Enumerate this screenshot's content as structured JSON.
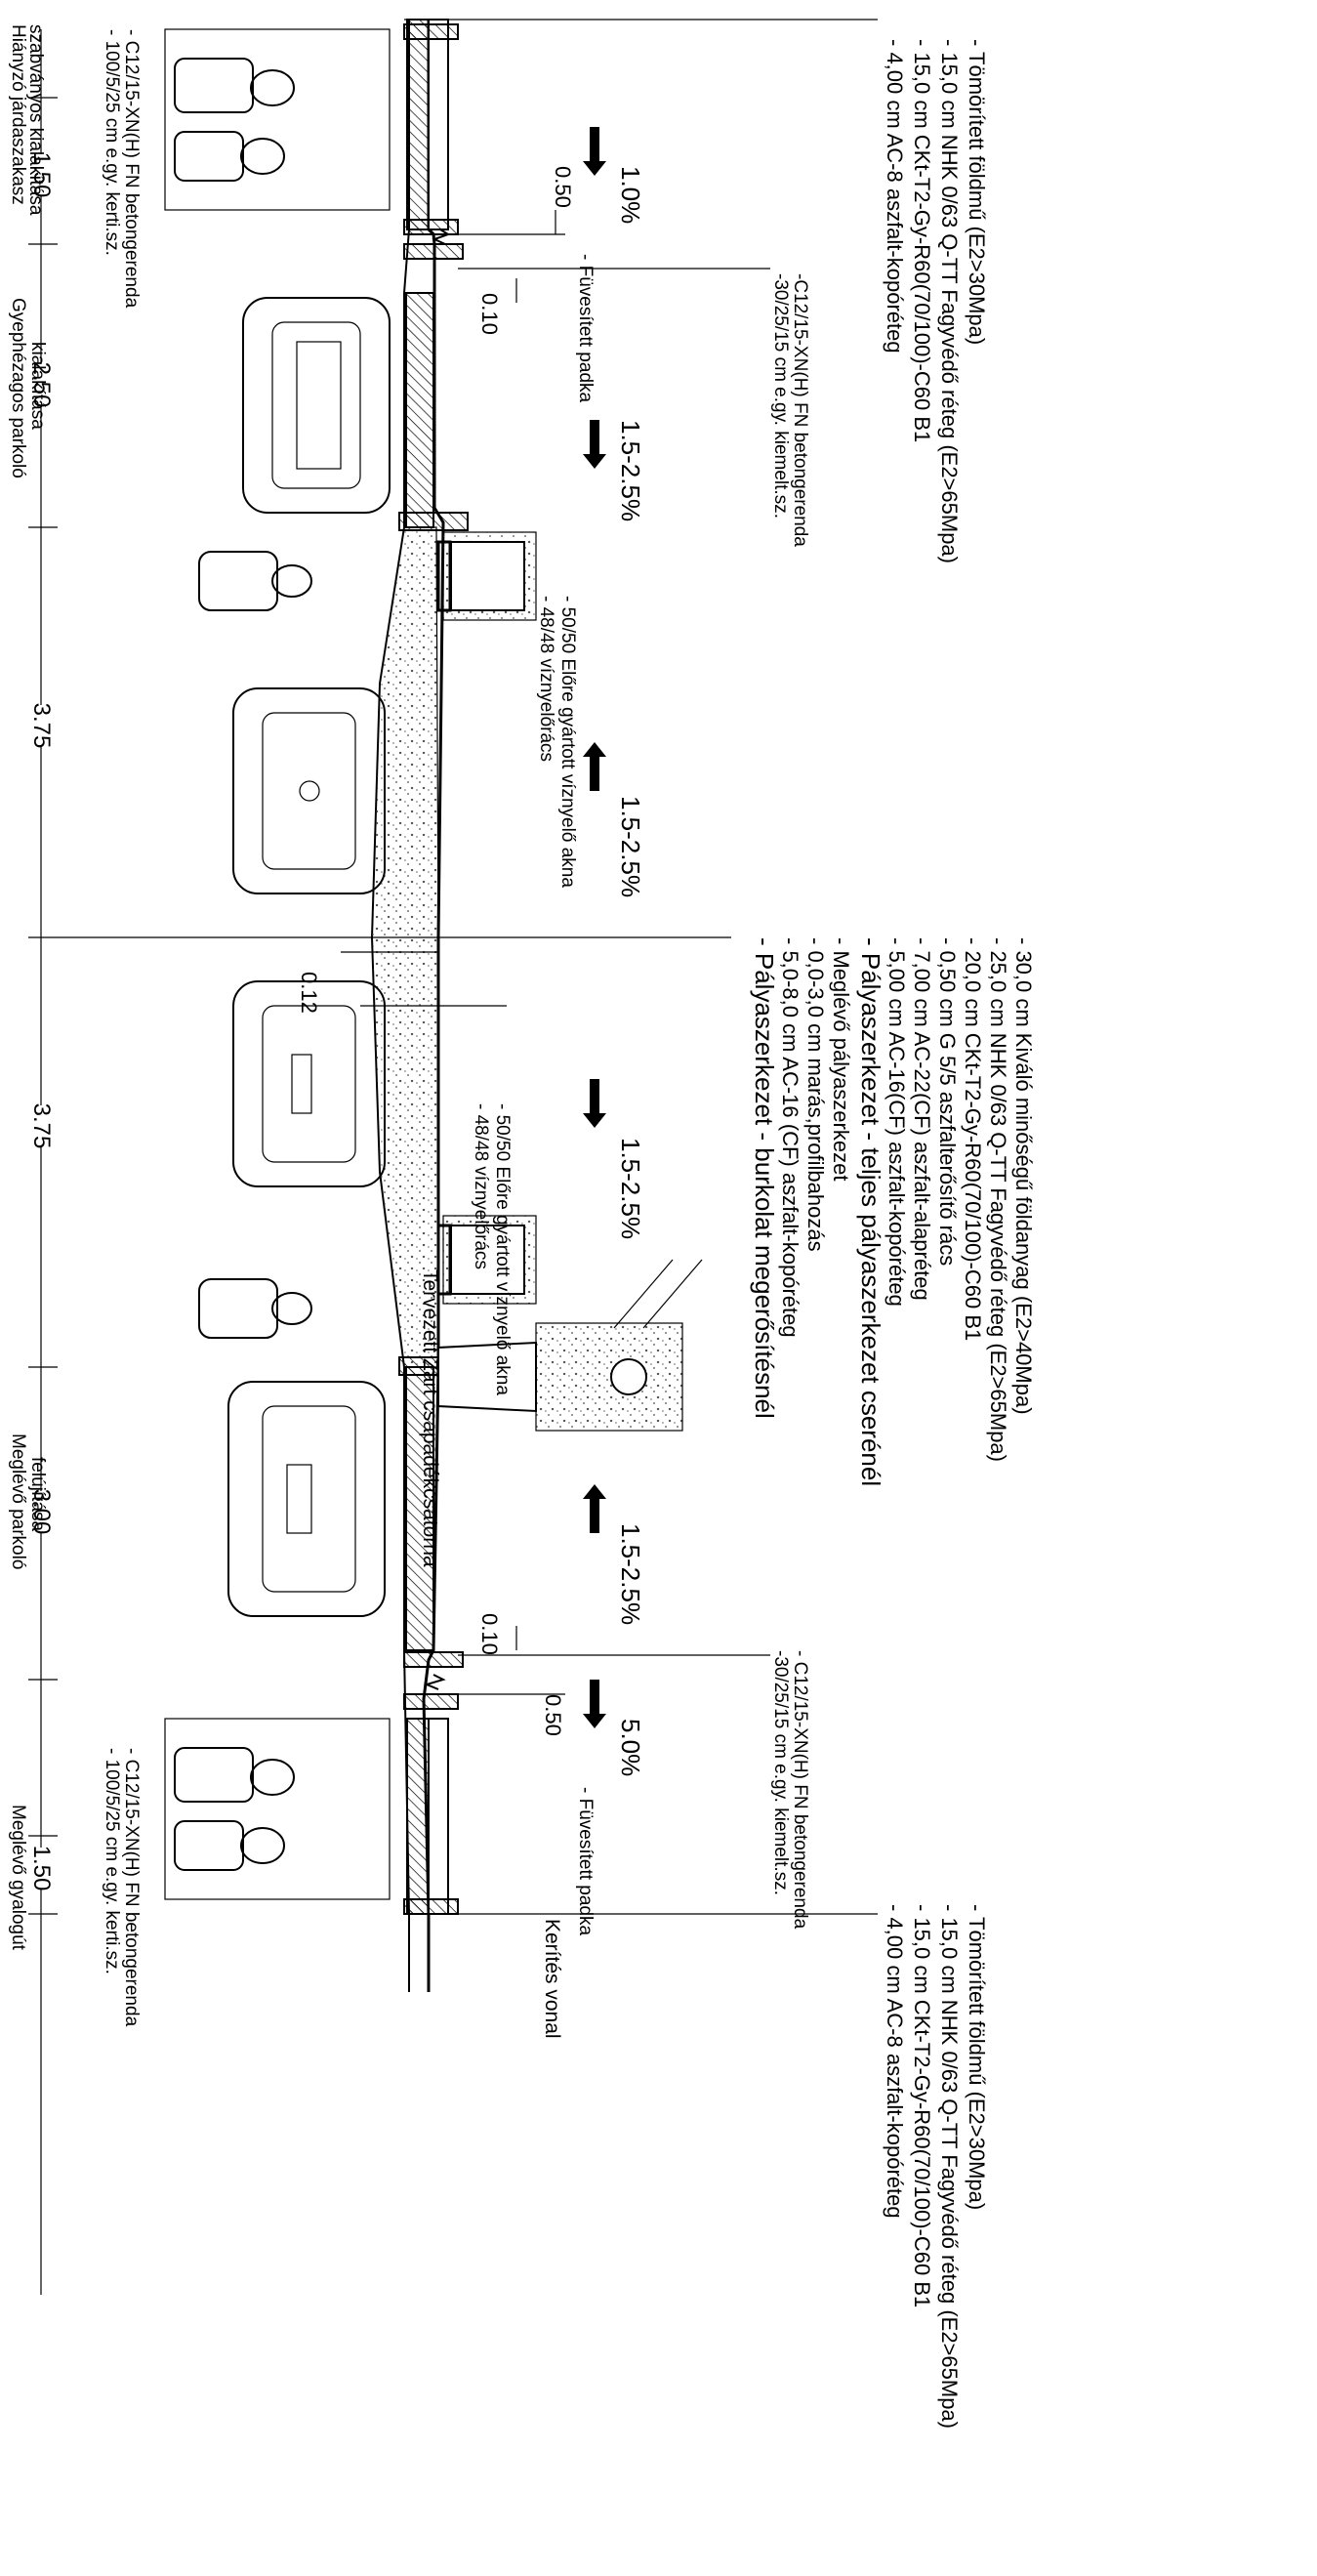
{
  "sections": {
    "s1": {
      "title_l1": "Hiányzó járdaszakasz",
      "title_l2": "szabványos kialakítása",
      "width": "1.50"
    },
    "s2": {
      "title_l1": "Gyephézagos parkoló",
      "title_l2": "kialakítása",
      "width": "2.50"
    },
    "s3": {
      "width": "3.75"
    },
    "s4": {
      "width": "3.75"
    },
    "s5": {
      "title_l1": "Meglévő parkoló",
      "title_l2": "felújítása",
      "width": "3.00"
    },
    "s6": {
      "title_l1": "Meglévő gyalogút",
      "width": "1.50"
    }
  },
  "dims": {
    "d050_top": "0.50",
    "d010_top": "0.10",
    "d012": "0.12",
    "d010_bot": "0.10",
    "d050_bot": "0.50"
  },
  "slopes": {
    "s1": "1.0%",
    "s2": "1.5-2.5%",
    "s3": "1.5-2.5%",
    "s4": "1.5-2.5%",
    "s5": "1.5-2.5%",
    "s6": "5.0%"
  },
  "labels": {
    "curb_top_1": "- 100/5/25 cm e.gy. kerti.sz.",
    "curb_top_2": "- C12/15-XN(H) FN betongerenda",
    "fuves_top": "- Füvesített padka",
    "kiemelt_top_1": "-30/25/15 cm e.gy. kiemelt.sz.",
    "kiemelt_top_2": "-C12/15-XN(H) FN betongerenda",
    "grate_top_1": "- 48/48 víznyelőrács",
    "grate_top_2": "- 50/50 Előre gyártott víznyelő akna",
    "grate_mid_1": "- 48/48 víznyelőrács",
    "grate_mid_2": "- 50/50 Előre gyártott víznyelő akna",
    "sewer": "Tervezett Zárt csapadékcsatorna",
    "kiemelt_bot_1": "-30/25/15 cm e.gy. kiemelt.sz.",
    "kiemelt_bot_2": "- C12/15-XN(H) FN betongerenda",
    "fuves_bot": "- Füvesített padka",
    "curb_bot_1": "- 100/5/25 cm e.gy. kerti.sz.",
    "curb_bot_2": "- C12/15-XN(H) FN betongerenda",
    "fence": "Kerítés vonal"
  },
  "layers_left": [
    "- 4,00 cm AC-8 aszfalt-kopóréteg",
    "- 15,0 cm CKt-T2-Gy-R60(70/100)-C60 B1",
    "- 15,0 cm NHK 0/63 Q-TT Fagyvédő réteg (E2>65Mpa)",
    "- Tömörített földmű (E2>30Mpa)"
  ],
  "layers_right": [
    "- 4,00 cm AC-8 aszfalt-kopóréteg",
    "- 15,0 cm CKt-T2-Gy-R60(70/100)-C60 B1",
    "- 15,0 cm NHK 0/63 Q-TT Fagyvédő réteg (E2>65Mpa)",
    "- Tömörített földmű (E2>30Mpa)"
  ],
  "pavement": {
    "h1": "- Pályaszerkezet - burkolat megerősítésnél",
    "items1": [
      "- 5,0-8,0 cm AC-16 (CF) aszfalt-kopóréteg",
      "- 0,0-3,0 cm marás,profilbahozás",
      "- Meglévő pályaszerkezet"
    ],
    "h2": "- Pályaszerkezet - teljes pályaszerkezet cserénél",
    "items2": [
      "- 5,00 cm AC-16(CF) aszfalt-kopóréteg",
      "- 7,00 cm AC-22(CF) aszfalt-alapréteg",
      "- 0,50 cm G 5/5 aszfalterősítő rács",
      "- 20,0 cm CKt-T2-Gy-R60(70/100)-C60 B1",
      "- 25,0 cm NHK 0/63 Q-TT Fagyvédő réteg (E2>65Mpa)",
      "- 30,0 cm Kiváló minőségű földanyag (E2>40Mpa)"
    ]
  }
}
